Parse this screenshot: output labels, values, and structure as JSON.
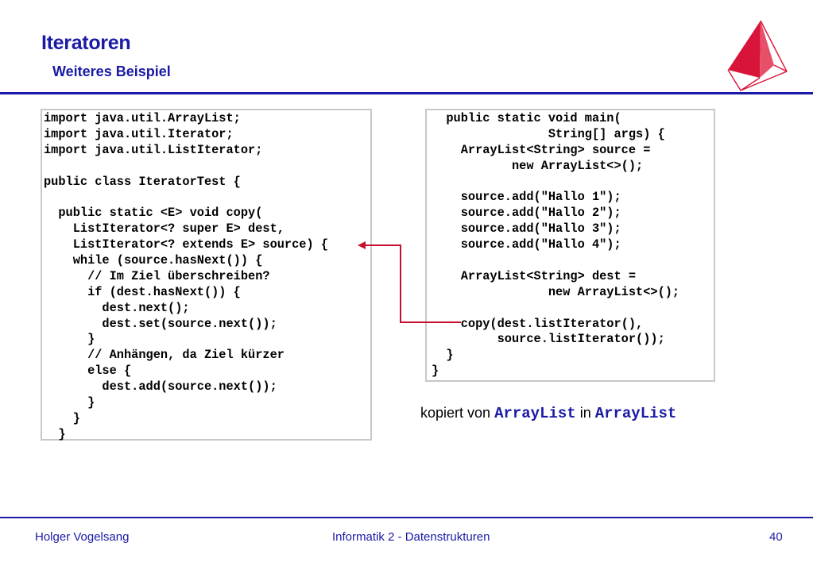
{
  "header": {
    "title": "Iteratoren",
    "subtitle": "Weiteres Beispiel"
  },
  "code_left": [
    "import java.util.ArrayList;",
    "import java.util.Iterator;",
    "import java.util.ListIterator;",
    "",
    "public class IteratorTest {",
    "",
    "  public static <E> void copy(",
    "    ListIterator<? super E> dest,",
    "    ListIterator<? extends E> source) {",
    "    while (source.hasNext()) {",
    "      // Im Ziel überschreiben?",
    "      if (dest.hasNext()) {",
    "        dest.next();",
    "        dest.set(source.next());",
    "      }",
    "      // Anhängen, da Ziel kürzer",
    "      else {",
    "        dest.add(source.next());",
    "      }",
    "    }",
    "  }"
  ],
  "code_right": [
    "  public static void main(",
    "                String[] args) {",
    "    ArrayList<String> source =",
    "           new ArrayList<>();",
    "",
    "    source.add(\"Hallo 1\");",
    "    source.add(\"Hallo 2\");",
    "    source.add(\"Hallo 3\");",
    "    source.add(\"Hallo 4\");",
    "",
    "    ArrayList<String> dest =",
    "                new ArrayList<>();",
    "",
    "    copy(dest.listIterator(),",
    "         source.listIterator());",
    "  }",
    "}"
  ],
  "caption": {
    "prefix": "kopiert von ",
    "from": "ArrayList",
    "middle": " in ",
    "to": "ArrayList"
  },
  "footer": {
    "author": "Holger Vogelsang",
    "course": "Informatik 2 - Datenstrukturen",
    "page": "40"
  },
  "colors": {
    "brand_blue": "#1a1aa6",
    "arrow_red": "#c8102e",
    "logo_red": "#d9143a"
  },
  "icons": {
    "logo": "hochschule-sail-logo"
  }
}
